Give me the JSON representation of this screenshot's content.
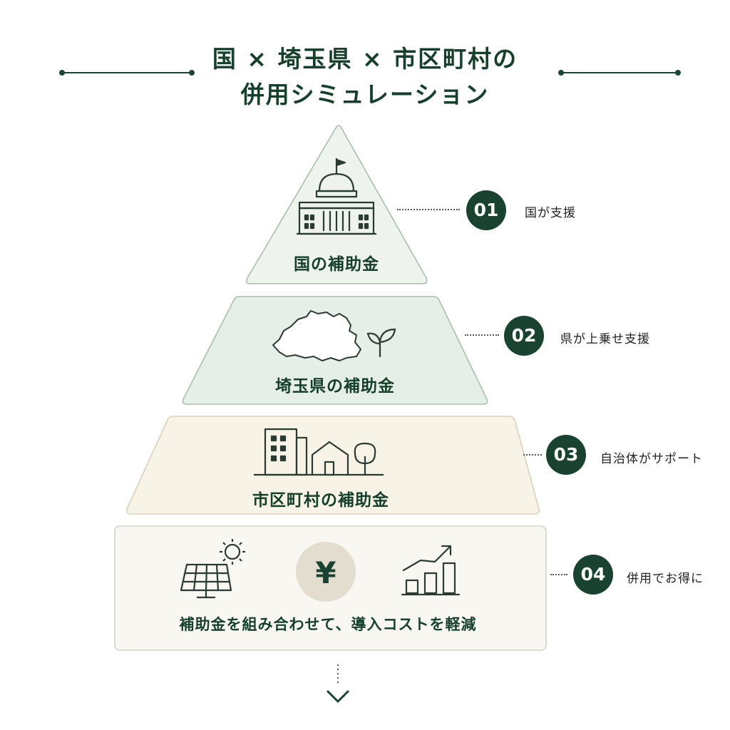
{
  "title": {
    "line1": "国 × 埼玉県 × 市区町村の",
    "line2": "併用シミュレーション"
  },
  "tiers": [
    {
      "label": "国の補助金",
      "badge": "01",
      "note": "国が支援",
      "icon": "national-capitol-icon"
    },
    {
      "label": "埼玉県の補助金",
      "badge": "02",
      "note": "県が上乗せ支援",
      "icon": "saitama-map-icon"
    },
    {
      "label": "市区町村の補助金",
      "badge": "03",
      "note": "自治体がサポート",
      "icon": "town-buildings-icon"
    },
    {
      "label": "補助金を組み合わせて、導入コストを軽減",
      "badge": "04",
      "note": "併用でお得に",
      "icon": "solar-yen-growth-icon"
    }
  ],
  "yen_symbol": "¥",
  "colors": {
    "dark_green": "#1a4230",
    "tier1_fill": "#eef3ee",
    "tier2_fill": "#e6efe7",
    "tier3_fill": "#f7f3e6",
    "tier4_fill": "#f8f7f2"
  }
}
